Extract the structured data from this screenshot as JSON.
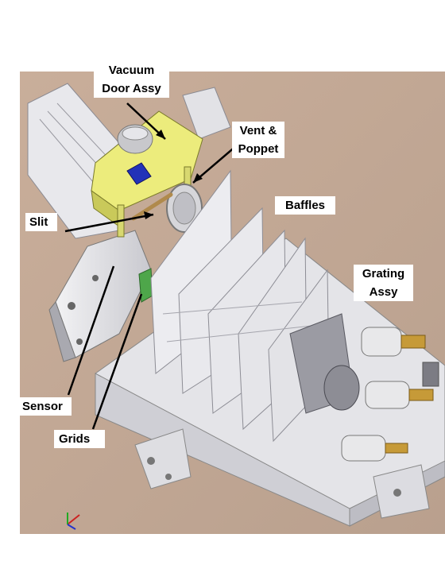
{
  "figure": {
    "labels": {
      "vacuum_door": [
        "Vacuum",
        "Door Assy"
      ],
      "vent_poppet": [
        "Vent &",
        "Poppet"
      ],
      "baffles": "Baffles",
      "slit": "Slit",
      "grating": [
        "Grating",
        "Assy"
      ],
      "sensor": "Sensor",
      "grids": "Grids"
    },
    "colors": {
      "background": "#c4aa96",
      "housing": "#e9e9ec",
      "plate": "#dadada",
      "shadow": "#9a9aa2",
      "door_yellow": "#ecec7c",
      "cube_blue": "#2232b8",
      "brass": "#c69a38",
      "slit_rod": "#b08a4c",
      "grid_green": "#4ea64a",
      "line": "#000000"
    },
    "icons": [
      "coordinate-axes-icon"
    ]
  }
}
